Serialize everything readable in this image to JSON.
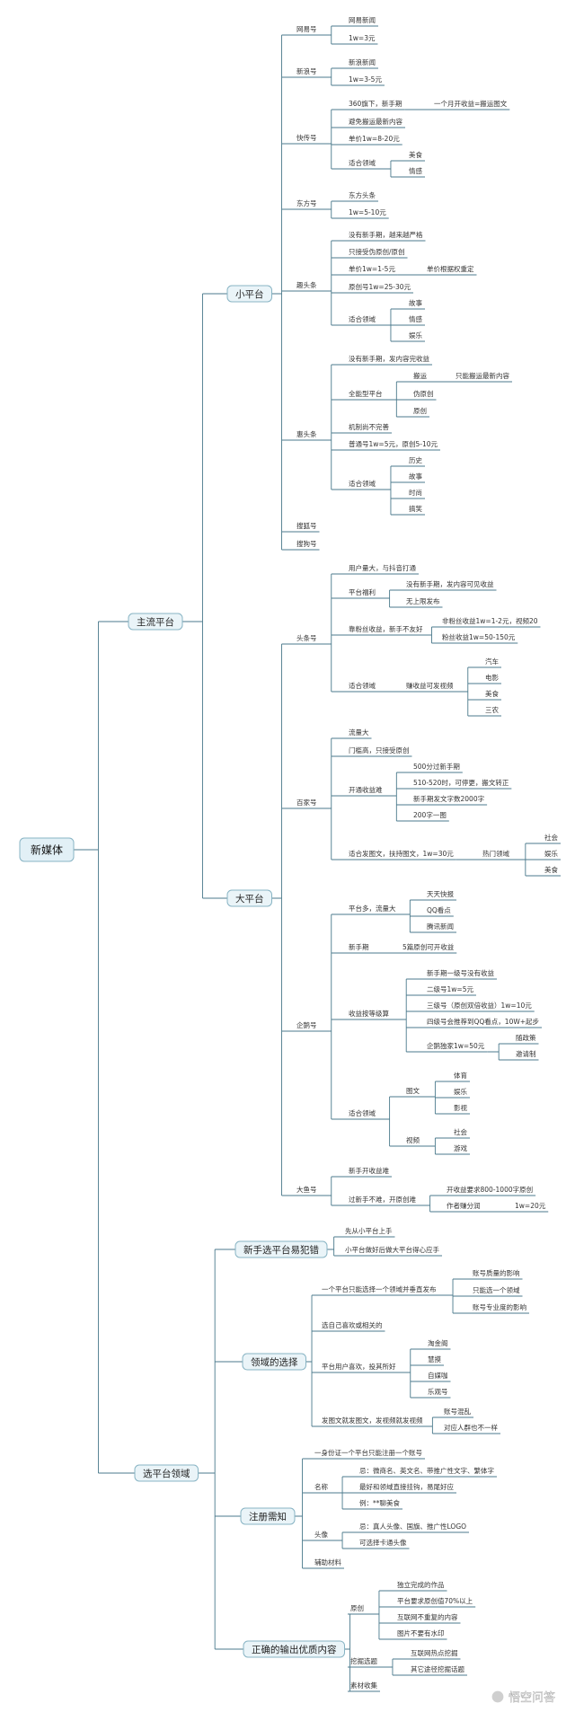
{
  "root": "新媒体",
  "branches": [
    {
      "label": "主流平台",
      "children": [
        {
          "label": "小平台",
          "children": [
            {
              "label": "网易号",
              "children": [
                {
                  "label": "网易新闻"
                },
                {
                  "label": "1w=3元"
                }
              ]
            },
            {
              "label": "新浪号",
              "children": [
                {
                  "label": "新浪新闻"
                },
                {
                  "label": "1w=3-5元"
                }
              ]
            },
            {
              "label": "快传号",
              "children": [
                {
                  "label": "360旗下，新手期",
                  "children": [
                    {
                      "label": "一个月开收益=搬运图文"
                    }
                  ]
                },
                {
                  "label": "避免搬运最新内容"
                },
                {
                  "label": "单价1w=8-20元"
                },
                {
                  "label": "适合领域",
                  "children": [
                    {
                      "label": "美食"
                    },
                    {
                      "label": "情感"
                    }
                  ]
                }
              ]
            },
            {
              "label": "东方号",
              "children": [
                {
                  "label": "东方头条"
                },
                {
                  "label": "1w=5-10元"
                }
              ]
            },
            {
              "label": "趣头条",
              "children": [
                {
                  "label": "没有新手期，越来越严格"
                },
                {
                  "label": "只接受伪原创/原创"
                },
                {
                  "label": "单价1w=1-5元",
                  "children": [
                    {
                      "label": "单价根据权重定"
                    }
                  ]
                },
                {
                  "label": "原创号1w=25-30元"
                },
                {
                  "label": "适合领域",
                  "children": [
                    {
                      "label": "故事"
                    },
                    {
                      "label": "情感"
                    },
                    {
                      "label": "娱乐"
                    }
                  ]
                }
              ]
            },
            {
              "label": "惠头条",
              "children": [
                {
                  "label": "没有新手期，发内容完收益"
                },
                {
                  "label": "全能型平台",
                  "children": [
                    {
                      "label": "搬运",
                      "children": [
                        {
                          "label": "只能搬运最新内容"
                        }
                      ]
                    },
                    {
                      "label": "伪原创"
                    },
                    {
                      "label": "原创"
                    }
                  ]
                },
                {
                  "label": "机制尚不完善"
                },
                {
                  "label": "普通号1w=5元，原创5-10元"
                },
                {
                  "label": "适合领域",
                  "children": [
                    {
                      "label": "历史"
                    },
                    {
                      "label": "故事"
                    },
                    {
                      "label": "时尚"
                    },
                    {
                      "label": "搞笑"
                    }
                  ]
                }
              ]
            },
            {
              "label": "搜狐号"
            },
            {
              "label": "搜狗号"
            }
          ]
        },
        {
          "label": "大平台",
          "children": [
            {
              "label": "头条号",
              "children": [
                {
                  "label": "用户量大，与抖音打通"
                },
                {
                  "label": "平台福利",
                  "children": [
                    {
                      "label": "没有新手期，发内容可见收益"
                    },
                    {
                      "label": "无上限发布"
                    }
                  ]
                },
                {
                  "label": "靠粉丝收益，新手不友好",
                  "children": [
                    {
                      "label": "非粉丝收益1w=1-2元，视频20"
                    },
                    {
                      "label": "粉丝收益1w=50-150元"
                    }
                  ]
                },
                {
                  "label": "适合领域",
                  "children": [
                    {
                      "label": "赚收益可发视频",
                      "children": [
                        {
                          "label": "汽车"
                        },
                        {
                          "label": "电影"
                        },
                        {
                          "label": "美食"
                        },
                        {
                          "label": "三农"
                        }
                      ]
                    }
                  ]
                }
              ]
            },
            {
              "label": "百家号",
              "children": [
                {
                  "label": "流量大"
                },
                {
                  "label": "门槛高，只接受原创"
                },
                {
                  "label": "开通收益难",
                  "children": [
                    {
                      "label": "500分过新手期"
                    },
                    {
                      "label": "510-520时，可停更，搬文转正"
                    },
                    {
                      "label": "新手期发文字数2000字"
                    },
                    {
                      "label": "200字一图"
                    }
                  ]
                },
                {
                  "label": "适合发图文，扶持图文，1w=30元",
                  "children": [
                    {
                      "label": "热门领域",
                      "children": [
                        {
                          "label": "社会"
                        },
                        {
                          "label": "娱乐"
                        },
                        {
                          "label": "美食"
                        }
                      ]
                    }
                  ]
                }
              ]
            },
            {
              "label": "企鹅号",
              "children": [
                {
                  "label": "平台多，流量大",
                  "children": [
                    {
                      "label": "天天快报"
                    },
                    {
                      "label": "QQ看点"
                    },
                    {
                      "label": "腾讯新闻"
                    }
                  ]
                },
                {
                  "label": "新手期",
                  "children": [
                    {
                      "label": "5篇原创可开收益"
                    }
                  ]
                },
                {
                  "label": "收益按等级算",
                  "children": [
                    {
                      "label": "新手期一级号没有收益"
                    },
                    {
                      "label": "二级号1w=5元"
                    },
                    {
                      "label": "三级号（原创双倍收益）1w=10元"
                    },
                    {
                      "label": "四级号会推荐到QQ看点，10W+起步"
                    },
                    {
                      "label": "企鹅独家1w=50元",
                      "children": [
                        {
                          "label": "随政策"
                        },
                        {
                          "label": "邀请制"
                        }
                      ]
                    }
                  ]
                },
                {
                  "label": "适合领域",
                  "children": [
                    {
                      "label": "图文",
                      "children": [
                        {
                          "label": "体育"
                        },
                        {
                          "label": "娱乐"
                        },
                        {
                          "label": "影视"
                        }
                      ]
                    },
                    {
                      "label": "视频",
                      "children": [
                        {
                          "label": "社会"
                        },
                        {
                          "label": "游戏"
                        }
                      ]
                    }
                  ]
                }
              ]
            },
            {
              "label": "大鱼号",
              "children": [
                {
                  "label": "新手开收益难"
                },
                {
                  "label": "过新手不难，开原创难",
                  "children": [
                    {
                      "label": "开收益要求800-1000字原创"
                    },
                    {
                      "label": "作者赚分润",
                      "children": [
                        {
                          "label": "1w=20元"
                        }
                      ]
                    }
                  ]
                }
              ]
            }
          ]
        }
      ]
    },
    {
      "label": "选平台领域",
      "children": [
        {
          "label": "新手选平台易犯错",
          "children": [
            {
              "label": "先从小平台上手"
            },
            {
              "label": "小平台做好后做大平台得心应手"
            }
          ]
        },
        {
          "label": "领域的选择",
          "children": [
            {
              "label": "一个平台只能选择一个领域并垂直发布",
              "children": [
                {
                  "label": "账号质量的影响"
                },
                {
                  "label": "只能选一个领域"
                },
                {
                  "label": "账号专业度的影响"
                }
              ]
            },
            {
              "label": "选自己喜欢或相关的"
            },
            {
              "label": "平台用户喜欢，投其所好",
              "children": [
                {
                  "label": "淘金阁"
                },
                {
                  "label": "慧摸"
                },
                {
                  "label": "自媒咖"
                },
                {
                  "label": "乐观号"
                }
              ]
            },
            {
              "label": "发图文就发图文，发视频就发视频",
              "children": [
                {
                  "label": "账号混乱"
                },
                {
                  "label": "对应人群也不一样"
                }
              ]
            }
          ]
        },
        {
          "label": "注册需知",
          "children": [
            {
              "label": "一身份证一个平台只能注册一个账号"
            },
            {
              "label": "名称",
              "children": [
                {
                  "label": "忌：微商名、英文名、带推广性文字、繁体字"
                },
                {
                  "label": "最好和领域直接挂钩，易尾好应"
                },
                {
                  "label": "例：**聊美食"
                }
              ]
            },
            {
              "label": "头像",
              "children": [
                {
                  "label": "忌：真人头像、国旗、推广性LOGO"
                },
                {
                  "label": "可选择卡通头像"
                }
              ]
            },
            {
              "label": "辅助材料"
            }
          ]
        },
        {
          "label": "正确的输出优质内容",
          "children": [
            {
              "label": "原创",
              "children": [
                {
                  "label": "独立完成的作品"
                },
                {
                  "label": "平台要求原创值70%以上"
                },
                {
                  "label": "互联网不重复的内容"
                },
                {
                  "label": "图片不要有水印"
                }
              ]
            },
            {
              "label": "挖掘选题",
              "children": [
                {
                  "label": "互联网热点挖掘"
                },
                {
                  "label": "其它途径挖掘话题"
                }
              ]
            },
            {
              "label": "素材收集"
            }
          ]
        }
      ]
    }
  ],
  "watermark": "悟空问答",
  "colors": {
    "line": "#4b7a8c",
    "box_fill": "#eaf4f8",
    "box_border": "#88b4c4",
    "root_fill": "#e2f0f6"
  }
}
